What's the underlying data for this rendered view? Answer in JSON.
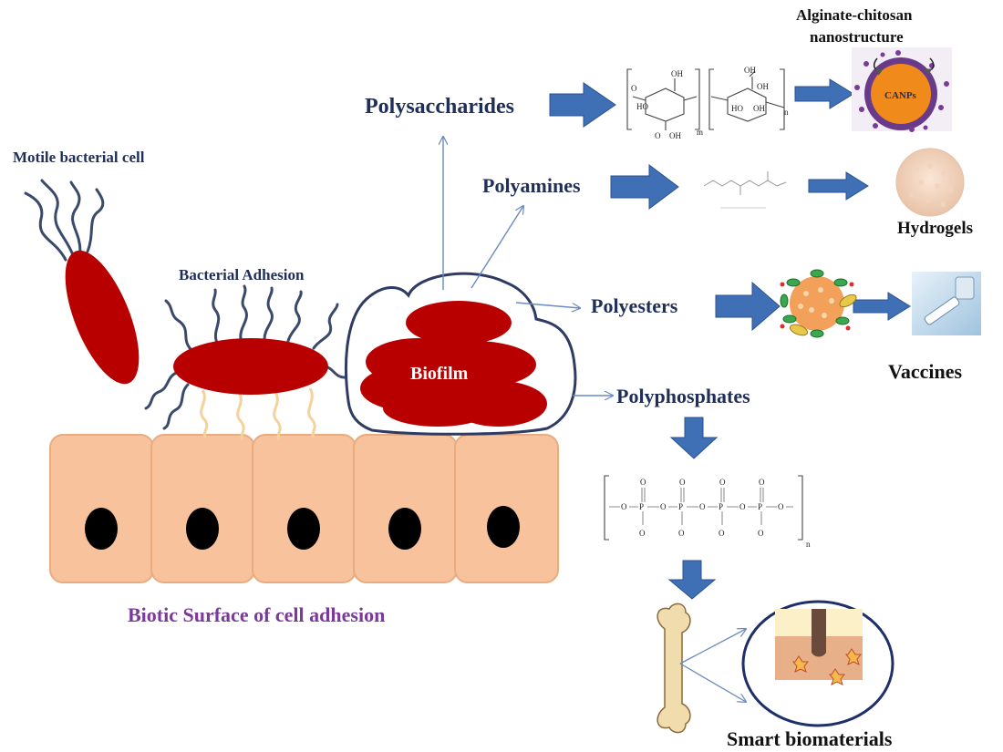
{
  "labels": {
    "motile": "Motile bacterial cell",
    "adhesion": "Bacterial Adhesion",
    "biofilm": "Biofilm",
    "surface": "Biotic Surface of cell adhesion",
    "polysaccharides": "Polysaccharides",
    "polyamines": "Polyamines",
    "polyesters": "Polyesters",
    "polyphosphates": "Polyphosphates",
    "alginate_line1": "Alginate-chitosan",
    "alginate_line2": "nanostructure",
    "canps": "CANPs",
    "hydrogels": "Hydrogels",
    "vaccines": "Vaccines",
    "smart": "Smart biomaterials"
  },
  "colors": {
    "cell_red": "#b80000",
    "tissue": "#f7c29c",
    "nucleus": "#000000",
    "flagella": "#3a4a6a",
    "pili": "#f5d29a",
    "arrow_blue": "#3f6fb5",
    "text_navy": "#1f2f5a",
    "text_purple": "#7a3a9a"
  },
  "icons": [
    "polysaccharide-structure-icon",
    "polyamine-structure-icon",
    "polyphosphate-structure-icon",
    "canp-nanoparticle-icon",
    "hydrogel-icon",
    "vaccine-nanoparticle-icon",
    "vaccine-syringe-icon",
    "bone-icon",
    "bone-tissue-icon"
  ]
}
